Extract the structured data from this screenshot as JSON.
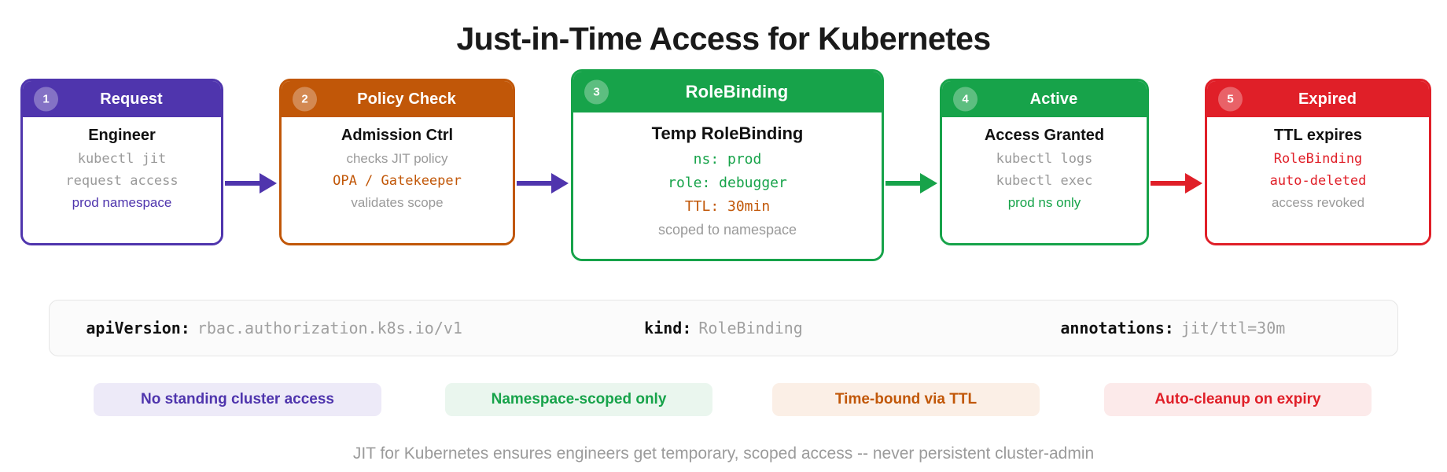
{
  "title": "Just-in-Time Access for Kubernetes",
  "colors": {
    "step1": "#4F35AD",
    "step2": "#C15708",
    "step3": "#17A34A",
    "step4": "#17A34A",
    "step5": "#E01F28",
    "muted": "#9a9a9a",
    "dark": "#111111",
    "bg": "#ffffff"
  },
  "flow": {
    "steps": [
      {
        "number": "1",
        "header": "Request",
        "accent": "#4F35AD",
        "highlight": false,
        "lines": [
          {
            "text": "Engineer",
            "style": "bold",
            "color": "#111111"
          },
          {
            "text": "kubectl jit",
            "style": "mono",
            "color": "#9a9a9a"
          },
          {
            "text": "request access",
            "style": "mono",
            "color": "#9a9a9a"
          },
          {
            "text": "prod namespace",
            "style": "sans",
            "color": "#4F35AD"
          }
        ]
      },
      {
        "number": "2",
        "header": "Policy Check",
        "accent": "#C15708",
        "highlight": false,
        "lines": [
          {
            "text": "Admission Ctrl",
            "style": "bold",
            "color": "#111111"
          },
          {
            "text": "checks JIT policy",
            "style": "sans",
            "color": "#9a9a9a"
          },
          {
            "text": "OPA / Gatekeeper",
            "style": "mono",
            "color": "#C15708"
          },
          {
            "text": "validates scope",
            "style": "sans",
            "color": "#9a9a9a"
          }
        ]
      },
      {
        "number": "3",
        "header": "RoleBinding",
        "accent": "#17A34A",
        "highlight": true,
        "lines": [
          {
            "text": "Temp RoleBinding",
            "style": "bold",
            "color": "#111111"
          },
          {
            "text": "ns: prod",
            "style": "mono",
            "color": "#17A34A"
          },
          {
            "text": "role: debugger",
            "style": "mono",
            "color": "#17A34A"
          },
          {
            "text": "TTL: 30min",
            "style": "mono",
            "color": "#C15708"
          },
          {
            "text": "scoped to namespace",
            "style": "sans",
            "color": "#9a9a9a"
          }
        ]
      },
      {
        "number": "4",
        "header": "Active",
        "accent": "#17A34A",
        "highlight": false,
        "lines": [
          {
            "text": "Access Granted",
            "style": "bold",
            "color": "#111111"
          },
          {
            "text": "kubectl logs",
            "style": "mono",
            "color": "#9a9a9a"
          },
          {
            "text": "kubectl exec",
            "style": "mono",
            "color": "#9a9a9a"
          },
          {
            "text": "prod ns only",
            "style": "sans",
            "color": "#17A34A"
          }
        ]
      },
      {
        "number": "5",
        "header": "Expired",
        "accent": "#E01F28",
        "highlight": false,
        "lines": [
          {
            "text": "TTL expires",
            "style": "bold",
            "color": "#111111"
          },
          {
            "text": "RoleBinding",
            "style": "mono",
            "color": "#E01F28"
          },
          {
            "text": "auto-deleted",
            "style": "mono",
            "color": "#E01F28"
          },
          {
            "text": "access revoked",
            "style": "sans",
            "color": "#9a9a9a"
          }
        ]
      }
    ],
    "arrows": [
      {
        "name": "arrow-request-to-policy",
        "color": "#4F35AD"
      },
      {
        "name": "arrow-policy-to-rolebinding",
        "color": "#4F35AD"
      },
      {
        "name": "arrow-rolebinding-to-active",
        "color": "#17A34A"
      },
      {
        "name": "arrow-active-to-expired",
        "color": "#E01F28"
      }
    ]
  },
  "codebar": {
    "cells": [
      {
        "key": "apiVersion:",
        "value": "rbac.authorization.k8s.io/v1"
      },
      {
        "key": "kind:",
        "value": "RoleBinding"
      },
      {
        "key": "annotations:",
        "value": "jit/ttl=30m"
      }
    ]
  },
  "pills": [
    {
      "label": "No standing cluster access",
      "color": "#4F35AD",
      "bg": "#EDEAF8"
    },
    {
      "label": "Namespace-scoped only",
      "color": "#17A34A",
      "bg": "#EAF6EE"
    },
    {
      "label": "Time-bound via TTL",
      "color": "#C15708",
      "bg": "#FBEFE6"
    },
    {
      "label": "Auto-cleanup on expiry",
      "color": "#E01F28",
      "bg": "#FCEAEA"
    }
  ],
  "footer": "JIT for Kubernetes ensures engineers get temporary, scoped access -- never persistent cluster-admin"
}
